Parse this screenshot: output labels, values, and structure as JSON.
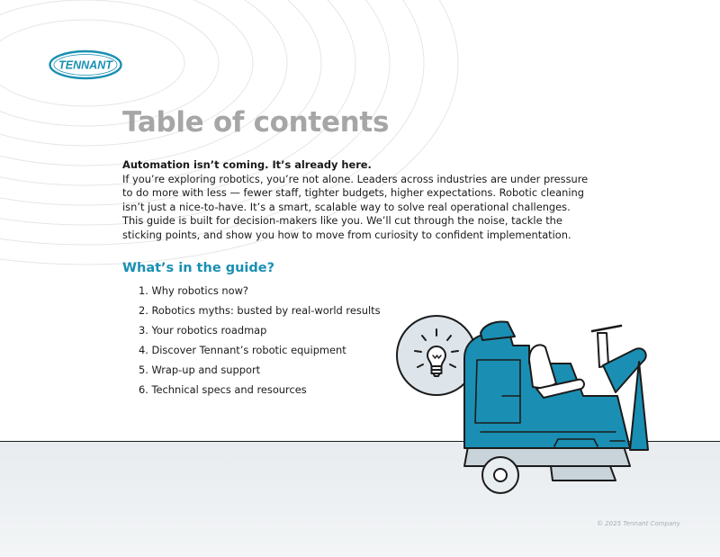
{
  "brand": {
    "logo_text": "TENNANT",
    "primary_color": "#1a8fb3",
    "title_color": "#a6a6a6"
  },
  "page": {
    "title": "Table of contents",
    "intro": {
      "heading": "Automation isn’t coming. It’s already here.",
      "lines": [
        "If you’re exploring robotics, you’re not alone. Leaders across industries are under pressure",
        "to do more with less — fewer staff, tighter budgets, higher expectations. Robotic cleaning",
        "isn’t just a nice-to-have. It’s a smart, scalable way to solve real operational challenges.",
        "This guide is built for decision-makers like you. We’ll cut through the noise, tackle the",
        "sticking points, and show you how to move from curiosity to confident implementation."
      ]
    },
    "guide": {
      "heading": "What’s in the guide?",
      "items": [
        "1.  Why robotics now?",
        "2.  Robotics myths: busted by real-world results",
        "3.  Your robotics roadmap",
        "4.  Discover Tennant’s robotic equipment",
        "5.  Wrap-up and support",
        "6.  Technical specs and resources"
      ]
    },
    "illustration": {
      "icon": "lightbulb-icon",
      "subject": "robotic-floor-scrubber"
    },
    "copyright": "© 2025 Tennant Company"
  }
}
